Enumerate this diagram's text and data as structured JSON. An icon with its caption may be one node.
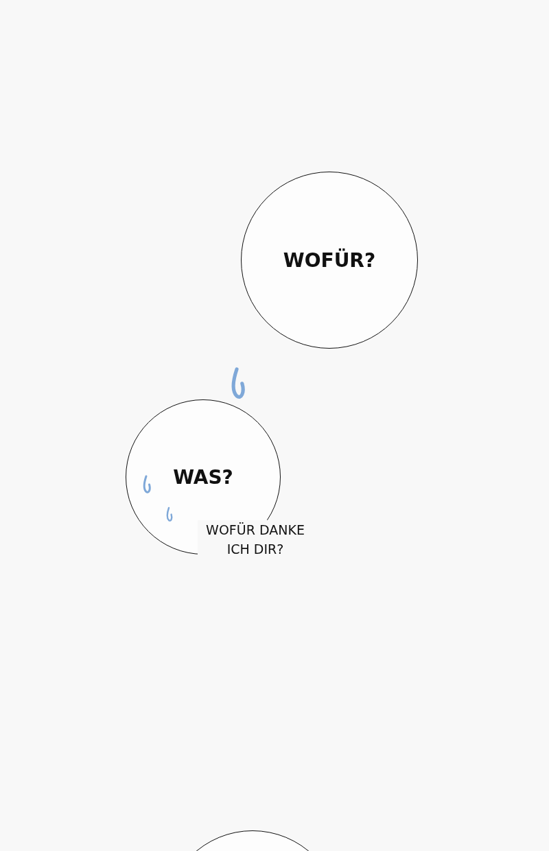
{
  "diagram": {
    "nodes": [
      {
        "text": [
          "WOFÜR?"
        ]
      },
      {
        "text": [
          "WAS?"
        ]
      },
      {
        "text": [],
        "shape": "circle"
      }
    ],
    "labels": [
      "WOFÜR DANKE ICH DIR?"
    ]
  }
}
